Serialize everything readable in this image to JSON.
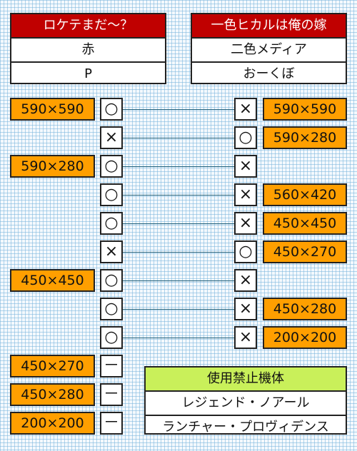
{
  "left_header": {
    "title": "ロケテまだ～？",
    "rows": [
      "赤",
      "P"
    ]
  },
  "right_header": {
    "title": "一色ヒカルは俺の嫁",
    "rows": [
      "二色メディア",
      "おーくぼ"
    ]
  },
  "rows": [
    {
      "left": "590×590",
      "lm": "○",
      "rm": "×",
      "right": "590×590"
    },
    {
      "left": "",
      "lm": "×",
      "rm": "○",
      "right": "590×280"
    },
    {
      "left": "590×280",
      "lm": "○",
      "rm": "×",
      "right": ""
    },
    {
      "left": "",
      "lm": "○",
      "rm": "×",
      "right": "560×420"
    },
    {
      "left": "",
      "lm": "○",
      "rm": "×",
      "right": "450×450"
    },
    {
      "left": "",
      "lm": "×",
      "rm": "○",
      "right": "450×270"
    },
    {
      "left": "450×450",
      "lm": "○",
      "rm": "×",
      "right": ""
    },
    {
      "left": "",
      "lm": "○",
      "rm": "×",
      "right": "450×280"
    },
    {
      "left": "",
      "lm": "○",
      "rm": "×",
      "right": "200×200"
    }
  ],
  "extra_rows": [
    {
      "left": "450×270",
      "mark": "－"
    },
    {
      "left": "450×280",
      "mark": "－"
    },
    {
      "left": "200×200",
      "mark": "－"
    }
  ],
  "banned": {
    "title": "使用禁止機体",
    "rows": [
      "レジェンド・ノアール",
      "ランチャー・プロヴィデンス"
    ]
  }
}
